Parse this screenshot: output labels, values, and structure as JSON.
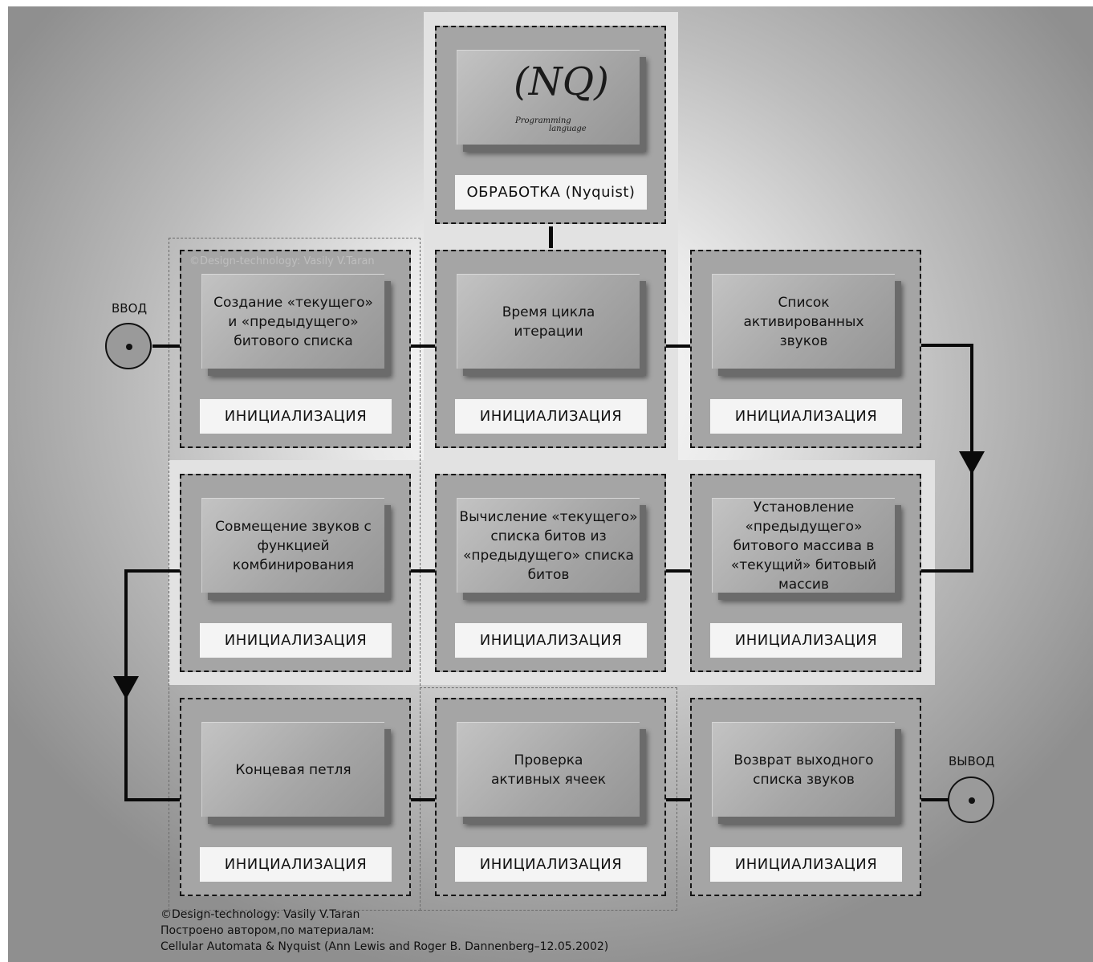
{
  "ports": {
    "input": "ВВОД",
    "output": "ВЫВОД"
  },
  "processing": {
    "logo_mark": "(NQ)",
    "logo_line1": "Programming",
    "logo_line2": "language",
    "label": "ОБРАБОТКА (Nyquist)"
  },
  "cells": [
    {
      "title": "Создание «текущего» и «предыдущего» битового списка",
      "label": "ИНИЦИАЛИЗАЦИЯ"
    },
    {
      "title": "Время цикла итерации",
      "label": "ИНИЦИАЛИЗАЦИЯ"
    },
    {
      "title": "Список активированных звуков",
      "label": "ИНИЦИАЛИЗАЦИЯ"
    },
    {
      "title": "Совмещение звуков с функцией комбинирования",
      "label": "ИНИЦИАЛИЗАЦИЯ"
    },
    {
      "title": "Вычисление «текущего» списка битов из «предыдущего» списка битов",
      "label": "ИНИЦИАЛИЗАЦИЯ"
    },
    {
      "title": "Установление «предыдущего» битового массива в «текущий» битовый массив",
      "label": "ИНИЦИАЛИЗАЦИЯ"
    },
    {
      "title": "Концевая петля",
      "label": "ИНИЦИАЛИЗАЦИЯ"
    },
    {
      "title": "Проверка активных ячеек",
      "label": "ИНИЦИАЛИЗАЦИЯ"
    },
    {
      "title": "Возврат выходного списка звуков",
      "label": "ИНИЦИАЛИЗАЦИЯ"
    }
  ],
  "watermark": "©Design-technology: Vasily V.Taran",
  "credits": {
    "line1": "©Design-technology: Vasily V.Taran",
    "line2": "Построено автором,по материалам:",
    "line3": "Cellular Automata & Nyquist (Ann Lewis and Roger B. Dannenberg–12.05.2002)"
  }
}
